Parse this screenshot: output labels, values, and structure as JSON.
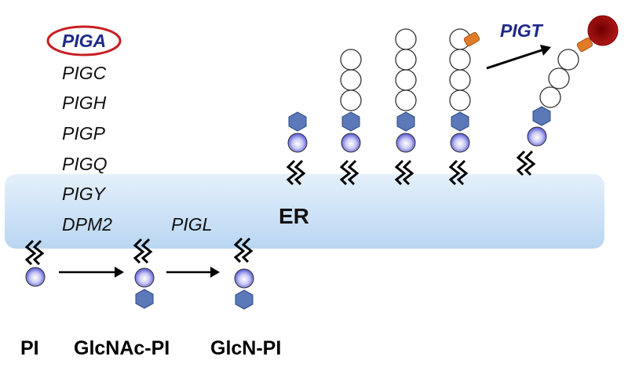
{
  "enzymes": {
    "highlighted": "PIGA",
    "list": [
      "PIGC",
      "PIGH",
      "PIGP",
      "PIGQ",
      "PIGY",
      "DPM2"
    ],
    "deacetylase": "PIGL",
    "transamidase": "PIGT"
  },
  "compartment": "ER",
  "molecules": {
    "pi": "PI",
    "glcnac_pi": "GlcNAc-PI",
    "glcn_pi": "GlcN-PI"
  },
  "colors": {
    "membrane": "#cfe4f8",
    "highlight_ring": "#c81e23",
    "highlighted_text": "#1f2a8a",
    "sugar_hexagon": "#5b79b8",
    "ethanolamine_phosphate": "#e07b28",
    "protein": "#9c1010"
  }
}
